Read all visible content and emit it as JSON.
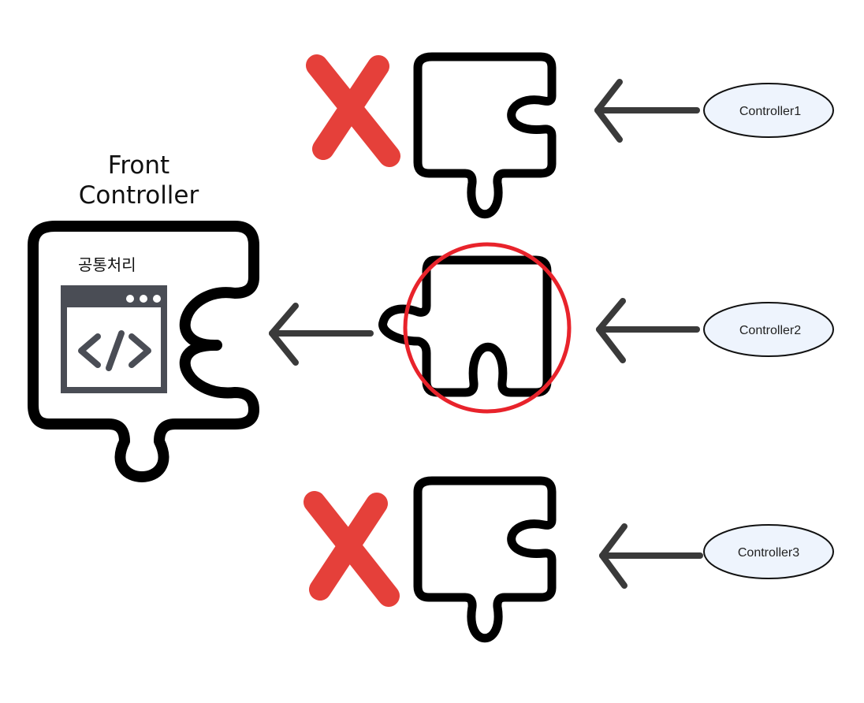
{
  "front_controller": {
    "title_line1": "Front",
    "title_line2": "Controller",
    "common_label": "공통처리",
    "window_icon": "code-window-icon"
  },
  "controllers": [
    {
      "label": "Controller1",
      "status": "rejected"
    },
    {
      "label": "Controller2",
      "status": "selected"
    },
    {
      "label": "Controller3",
      "status": "rejected"
    }
  ],
  "colors": {
    "reject_mark": "#e5403a",
    "select_circle": "#e8232b",
    "ellipse_fill": "#eef4fd",
    "icon_gray": "#4a4d55"
  }
}
